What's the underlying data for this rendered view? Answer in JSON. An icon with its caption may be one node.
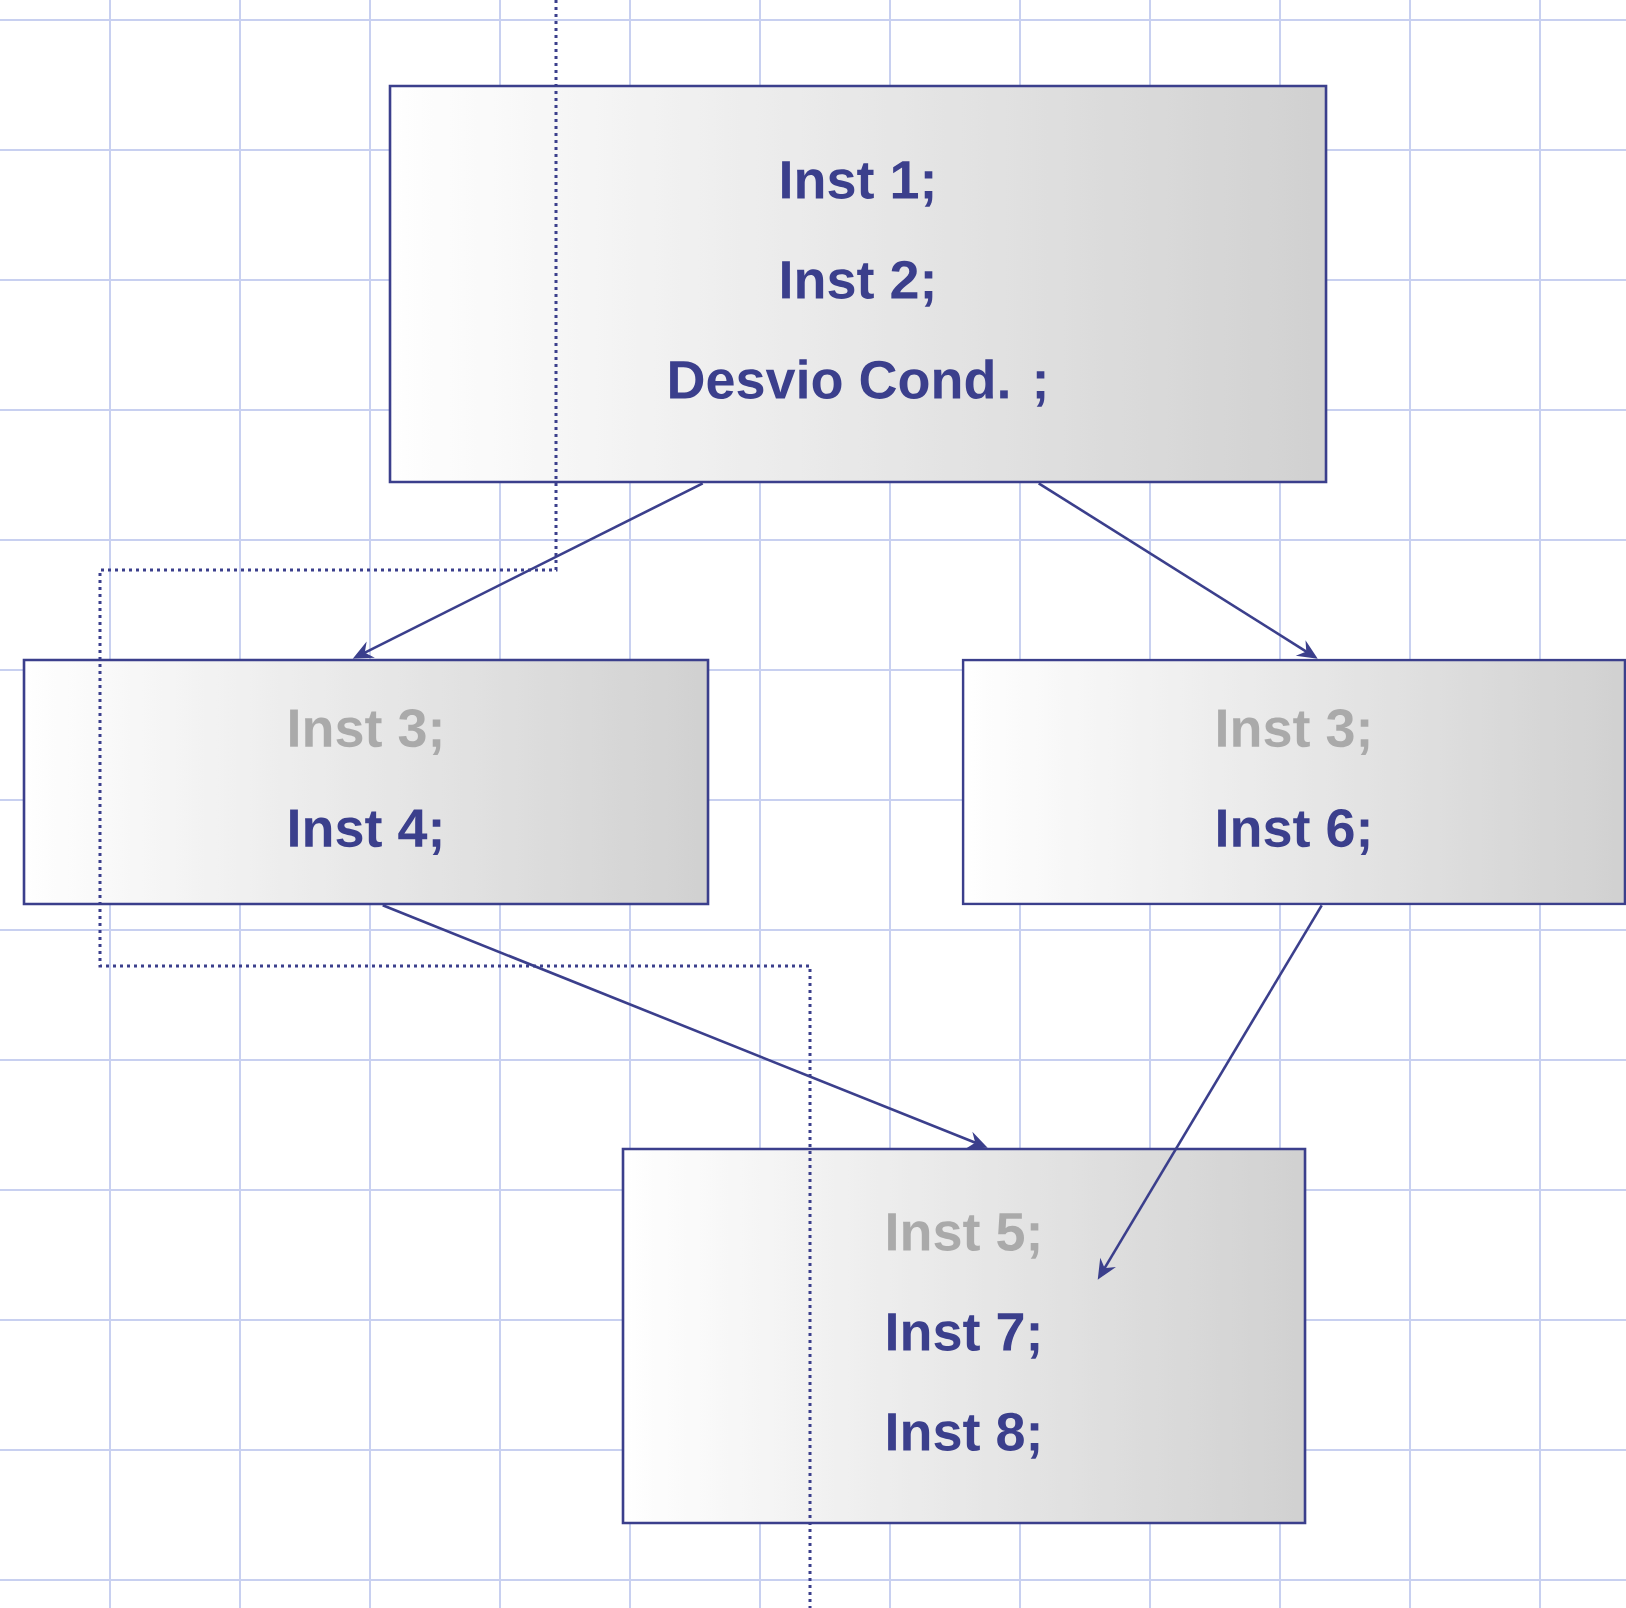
{
  "diagram": {
    "nodes": [
      {
        "text": [
          "Inst 1;",
          "Inst 2;",
          "Desvio Cond. ;"
        ]
      },
      {
        "text": [
          "Inst 3;",
          "Inst 4;"
        ]
      },
      {
        "text": [
          "Inst 3;",
          "Inst 6;"
        ]
      },
      {
        "text": [
          "Inst 5;",
          "Inst 7;",
          "Inst 8;"
        ]
      }
    ],
    "edges": [
      {
        "from": 0,
        "to": 1,
        "arrow": "to"
      },
      {
        "from": 0,
        "to": 2,
        "arrow": "to"
      },
      {
        "from": 1,
        "to": 3,
        "arrow": "to"
      },
      {
        "from": 2,
        "to": 3,
        "arrow": "to"
      }
    ]
  }
}
